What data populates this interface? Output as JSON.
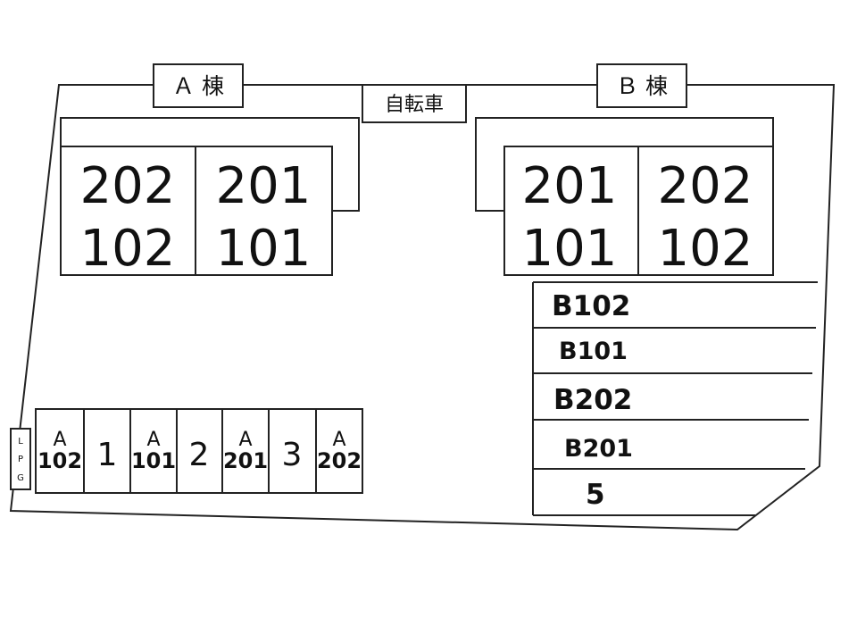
{
  "building_a": {
    "label": "Ａ 棟",
    "units": {
      "upper_left": "202",
      "upper_right": "201",
      "lower_left": "102",
      "lower_right": "101"
    }
  },
  "building_b": {
    "label": "Ｂ 棟",
    "units": {
      "upper_left": "201",
      "upper_right": "202",
      "lower_left": "101",
      "lower_right": "102"
    }
  },
  "bicycle_parking": {
    "label": "自転車"
  },
  "lpg": {
    "l": "L",
    "p": "P",
    "g": "G"
  },
  "parking_row_bottom": [
    {
      "line1": "A",
      "line2": "102"
    },
    {
      "line1": "",
      "line2": "1"
    },
    {
      "line1": "A",
      "line2": "101"
    },
    {
      "line1": "",
      "line2": "2"
    },
    {
      "line1": "A",
      "line2": "201"
    },
    {
      "line1": "",
      "line2": "3"
    },
    {
      "line1": "A",
      "line2": "202"
    }
  ],
  "parking_lanes_right": [
    "B102",
    "B101",
    "B202",
    "B201",
    "5"
  ],
  "colors": {
    "line": "#222222",
    "text": "#111111",
    "background": "#ffffff"
  }
}
